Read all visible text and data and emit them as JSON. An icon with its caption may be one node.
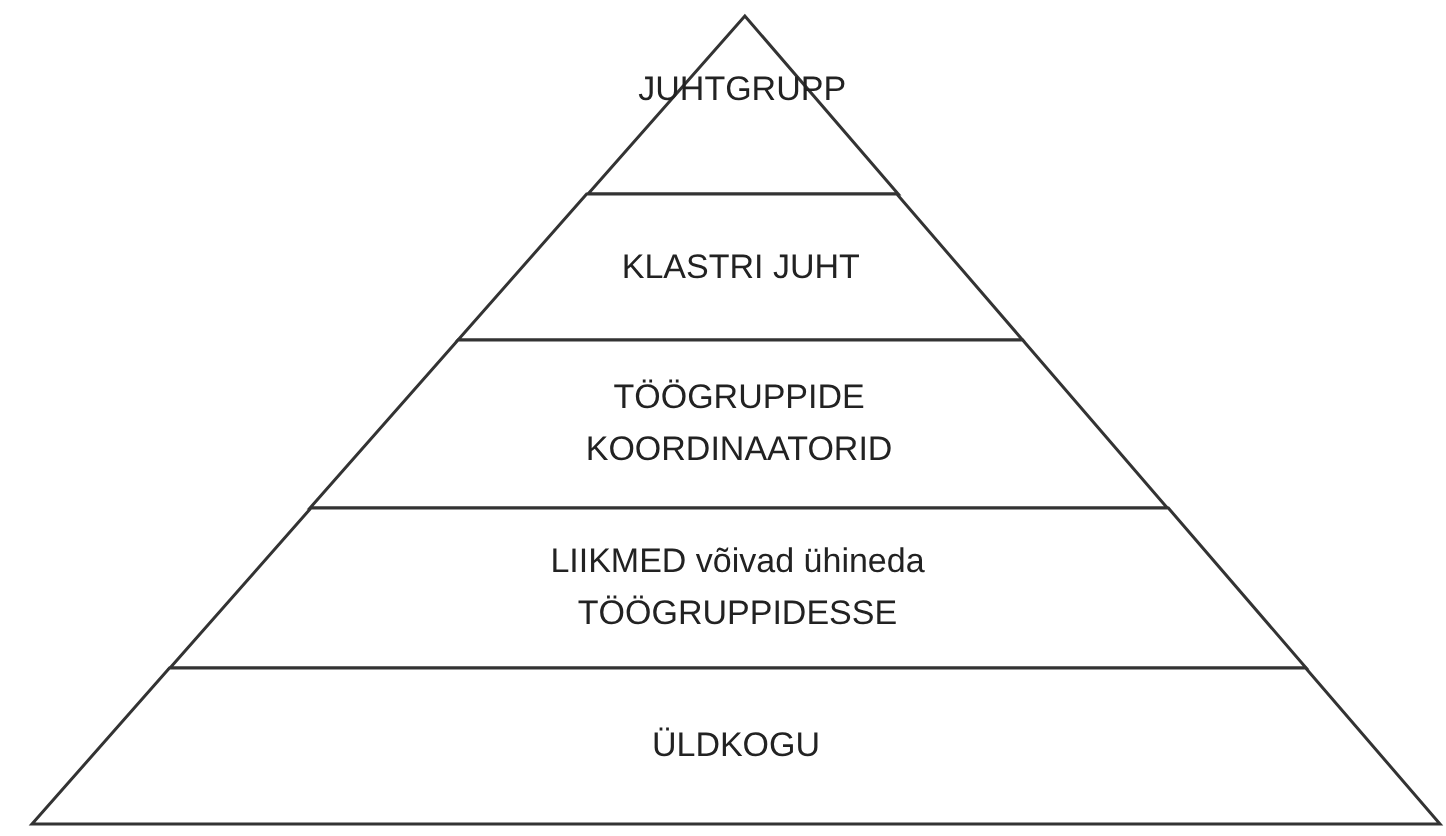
{
  "diagram": {
    "nodes": [
      {
        "text": [
          "JUHTGRUPP"
        ]
      },
      {
        "text": [
          "KLASTRI JUHT"
        ]
      },
      {
        "text": [
          "TÖÖGRUPPIDE KOORDINAATORID"
        ]
      },
      {
        "text": [
          "LIIKMED võivad ühineda TÖÖGRUPPIDESSE"
        ]
      },
      {
        "text": [
          "ÜLDKOGU"
        ]
      }
    ]
  }
}
